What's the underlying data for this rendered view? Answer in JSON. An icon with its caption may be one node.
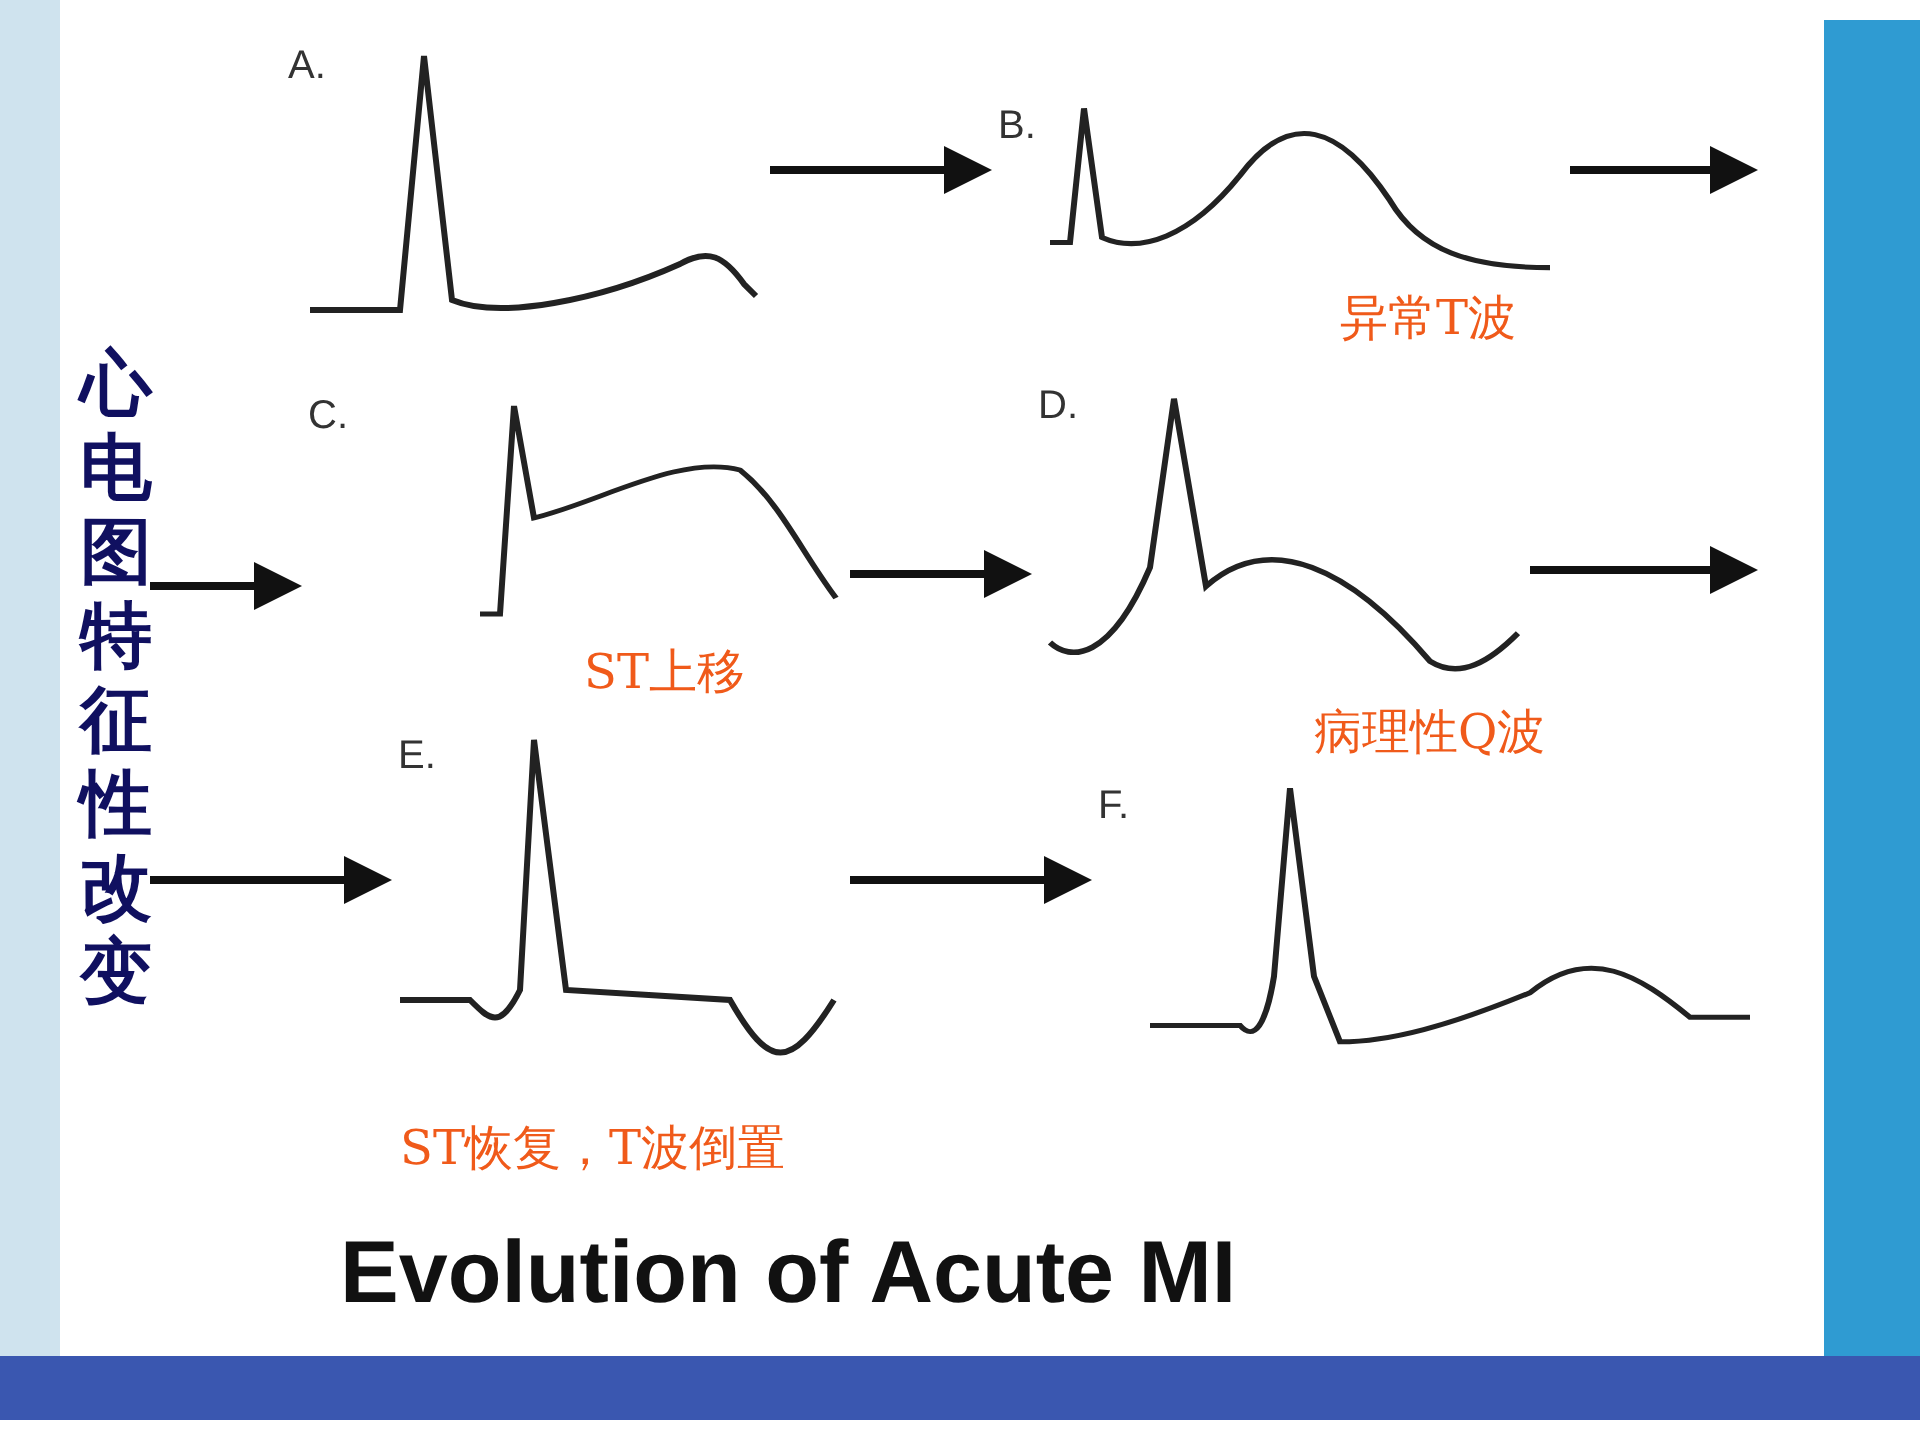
{
  "diagram": {
    "title": "心电图特征性改变",
    "caption": "Evolution of Acute MI",
    "nodes": [
      {
        "text": [
          "A."
        ]
      },
      {
        "text": [
          "B."
        ],
        "beside": [
          "异常T波"
        ]
      },
      {
        "text": [
          "C."
        ],
        "beside": [
          "ST上移"
        ]
      },
      {
        "text": [
          "D."
        ],
        "beside": [
          "病理性Q波"
        ]
      },
      {
        "text": [
          "E."
        ],
        "beside": [
          "ST恢复，T波倒置"
        ]
      },
      {
        "text": [
          "F."
        ]
      }
    ],
    "edges": [
      {
        "from": 0,
        "to": 1,
        "arrow": "to"
      },
      {
        "from": 1,
        "to": null,
        "arrow": "to"
      },
      {
        "from": null,
        "to": 2,
        "arrow": "to"
      },
      {
        "from": 2,
        "to": 3,
        "arrow": "to"
      },
      {
        "from": 3,
        "to": null,
        "arrow": "to"
      },
      {
        "from": null,
        "to": 4,
        "arrow": "to"
      },
      {
        "from": 4,
        "to": 5,
        "arrow": "to"
      }
    ]
  }
}
